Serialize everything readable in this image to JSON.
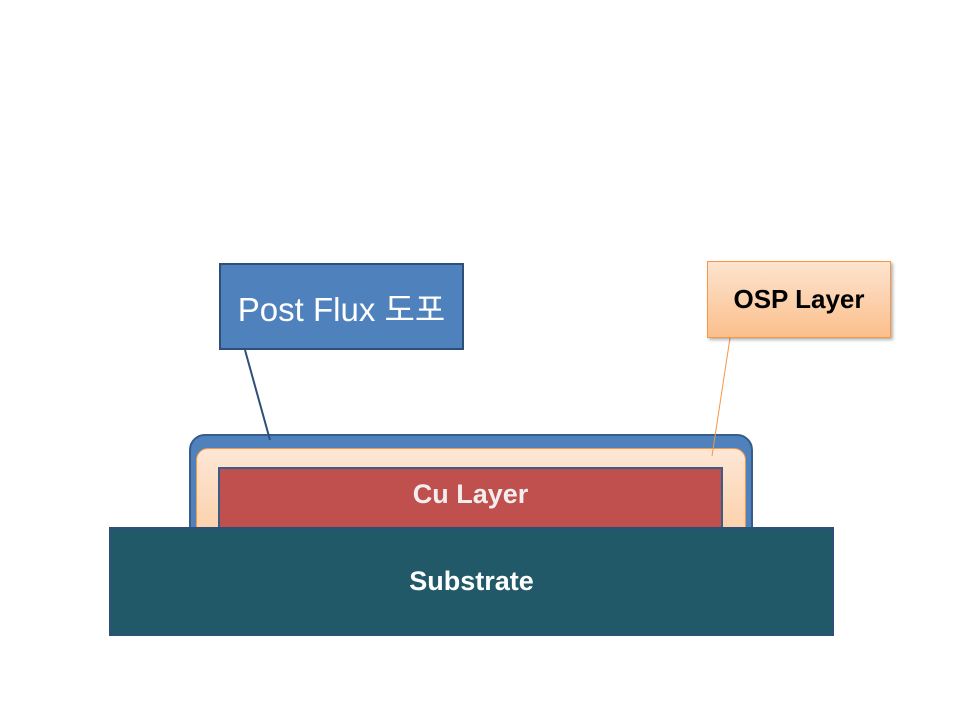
{
  "layers": {
    "substrate": "Substrate",
    "cu": "Cu Layer"
  },
  "callouts": {
    "post_flux": "Post Flux 도포",
    "osp": "OSP Layer"
  },
  "colors": {
    "flux": "#4f81bd",
    "osp": "#fcd5b4",
    "cu": "#c0504d",
    "substrate": "#215968"
  }
}
